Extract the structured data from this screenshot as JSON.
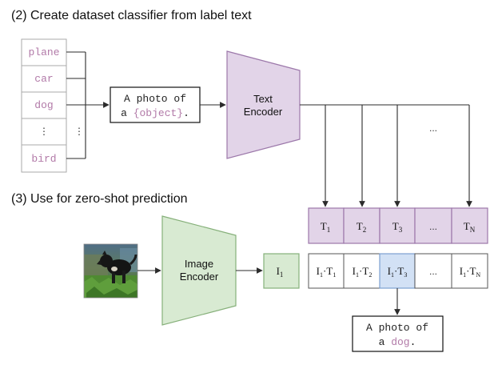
{
  "section2": {
    "heading": "(2) Create dataset classifier from label text"
  },
  "section3": {
    "heading": "(3) Use for zero-shot prediction"
  },
  "labels": [
    "plane",
    "car",
    "dog",
    "bird"
  ],
  "vertical_ellipsis": "⋮",
  "ellipsis": "...",
  "prompt": {
    "before": "A photo of",
    "article": "a ",
    "placeholder": "{object}",
    "after": "."
  },
  "text_encoder": {
    "line1": "Text",
    "line2": "Encoder"
  },
  "image_encoder": {
    "line1": "Image",
    "line2": "Encoder"
  },
  "text_embeddings": [
    {
      "base": "T",
      "sub": "1"
    },
    {
      "base": "T",
      "sub": "2"
    },
    {
      "base": "T",
      "sub": "3"
    },
    {
      "base": "...",
      "sub": ""
    },
    {
      "base": "T",
      "sub": "N"
    }
  ],
  "image_embedding": {
    "base": "I",
    "sub": "1"
  },
  "similarities": [
    {
      "i": "I",
      "isub": "1",
      "dot": "·",
      "t": "T",
      "tsub": "1"
    },
    {
      "i": "I",
      "isub": "1",
      "dot": "·",
      "t": "T",
      "tsub": "2"
    },
    {
      "i": "I",
      "isub": "1",
      "dot": "·",
      "t": "T",
      "tsub": "3"
    },
    {
      "i": "...",
      "isub": "",
      "dot": "",
      "t": "",
      "tsub": ""
    },
    {
      "i": "I",
      "isub": "1",
      "dot": "·",
      "t": "T",
      "tsub": "N"
    }
  ],
  "prediction": {
    "line1": "A photo of",
    "article": "a ",
    "word": "dog",
    "after": "."
  },
  "colors": {
    "purple_fill": "#e2d4e8",
    "purple_stroke": "#9c78aa",
    "green_fill": "#d8ead2",
    "green_stroke": "#86b07a",
    "blue_fill": "#d2e1f5",
    "blue_stroke": "#7c9fd0",
    "label_text": "#b27aa8",
    "label_border": "#aaaaaa"
  }
}
